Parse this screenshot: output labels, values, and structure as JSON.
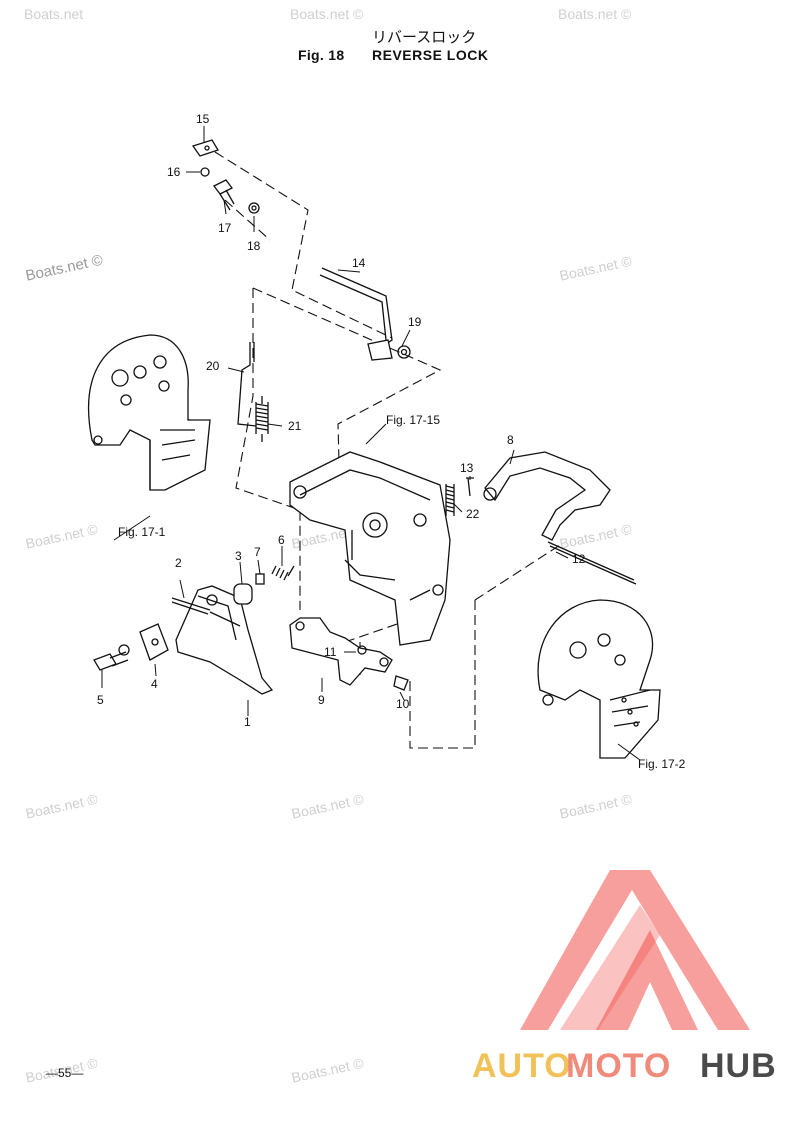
{
  "header": {
    "title_jp": "リバースロック",
    "fig_label": "Fig. 18",
    "title_en": "REVERSE LOCK"
  },
  "watermark": {
    "text": "Boats.net ©",
    "text_short": "Boats.net"
  },
  "parts": [
    "1",
    "2",
    "3",
    "4",
    "5",
    "6",
    "7",
    "8",
    "9",
    "10",
    "11",
    "12",
    "13",
    "14",
    "15",
    "16",
    "17",
    "18",
    "19",
    "20",
    "21",
    "22"
  ],
  "refs": {
    "fig_17_1": "Fig. 17-1",
    "fig_17_2": "Fig. 17-2",
    "fig_17_15": "Fig. 17-15"
  },
  "footer": {
    "page_number": "—55—"
  },
  "logo": {
    "part1": "AUTO",
    "part2": "MOTO",
    "part3": "HUB",
    "color_auto": "#f2c25a",
    "color_moto": "#f08a7a",
    "color_hub": "#4a4a4a",
    "color_triangle": "#f0504a"
  }
}
